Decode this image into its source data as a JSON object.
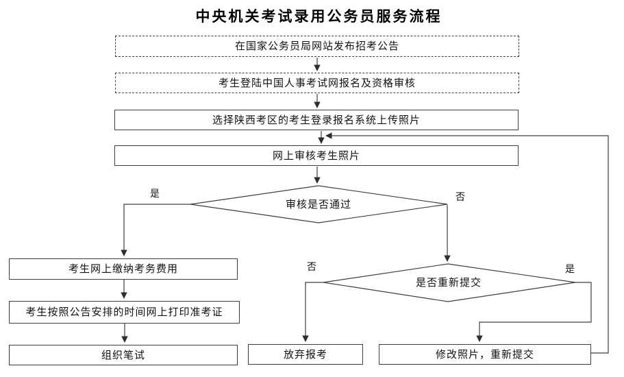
{
  "title": "中央机关考试录用公务员服务流程",
  "colors": {
    "line": "#3d3d3d",
    "text": "#111111",
    "background": "#ffffff"
  },
  "flow": {
    "boxes": [
      {
        "id": "publish-announcement",
        "label": "在国家公务员局网站发布招考公告",
        "border": "dashed"
      },
      {
        "id": "online-registration",
        "label": "考生登陆中国人事考试网报名及资格审核",
        "border": "dashed"
      },
      {
        "id": "upload-photo",
        "label": "选择陕西考区的考生登录报名系统上传照片",
        "border": "solid"
      },
      {
        "id": "review-photo",
        "label": "网上审核考生照片",
        "border": "solid"
      },
      {
        "id": "pay-fee",
        "label": "考生网上缴纳考务费用",
        "border": "solid"
      },
      {
        "id": "print-ticket",
        "label": "考生按照公告安排的时间网上打印准考证",
        "border": "solid"
      },
      {
        "id": "written-exam",
        "label": "组织笔试",
        "border": "solid"
      },
      {
        "id": "abandon",
        "label": "放弃报考",
        "border": "solid"
      },
      {
        "id": "modify-resubmit",
        "label": "修改照片，重新提交",
        "border": "solid"
      }
    ],
    "decisions": [
      {
        "id": "review-passed",
        "label": "审核是否通过",
        "yes_label": "是",
        "no_label": "否"
      },
      {
        "id": "resubmit-or-not",
        "label": "是否重新提交",
        "yes_label": "是",
        "no_label": "否"
      }
    ]
  }
}
